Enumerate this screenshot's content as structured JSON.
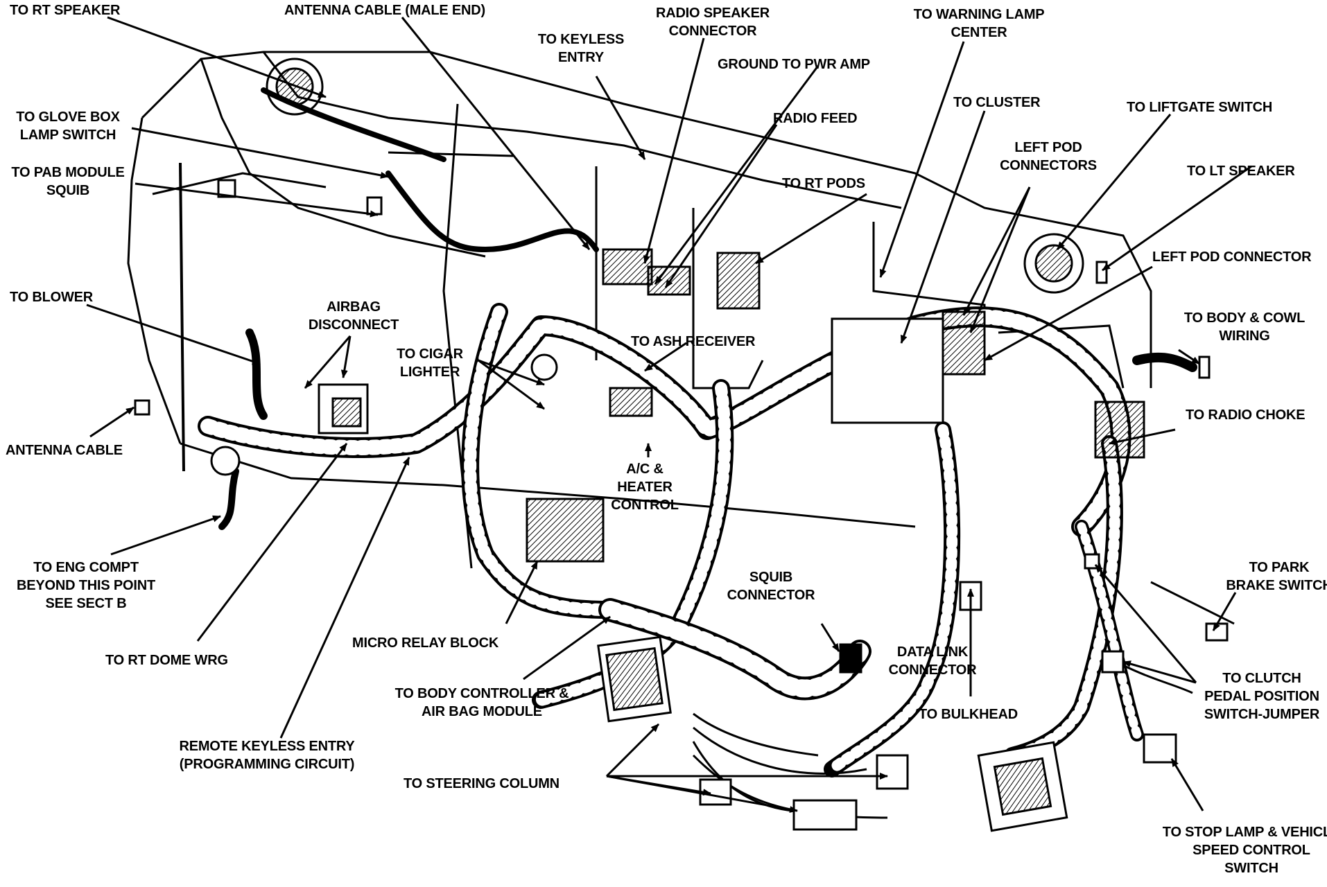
{
  "labels": {
    "to_rt_speaker": [
      "TO RT SPEAKER"
    ],
    "antenna_cable_male_end": [
      "ANTENNA CABLE (MALE END)"
    ],
    "radio_speaker_connector": [
      "RADIO SPEAKER",
      "CONNECTOR"
    ],
    "to_keyless_entry": [
      "TO KEYLESS",
      "ENTRY"
    ],
    "to_warning_lamp_center": [
      "TO WARNING LAMP",
      "CENTER"
    ],
    "ground_to_pwr_amp": [
      "GROUND TO PWR AMP"
    ],
    "to_glove_box_lamp_switch": [
      "TO GLOVE BOX",
      "LAMP SWITCH"
    ],
    "to_pab_module_squib": [
      "TO PAB MODULE",
      "SQUIB"
    ],
    "radio_feed": [
      "RADIO FEED"
    ],
    "to_cluster": [
      "TO CLUSTER"
    ],
    "to_liftgate_switch": [
      "TO LIFTGATE SWITCH"
    ],
    "left_pod_connectors": [
      "LEFT POD",
      "CONNECTORS"
    ],
    "to_lt_speaker": [
      "TO LT SPEAKER"
    ],
    "to_rt_pods": [
      "TO RT PODS"
    ],
    "left_pod_connector": [
      "LEFT POD CONNECTOR"
    ],
    "to_blower": [
      "TO BLOWER"
    ],
    "airbag_disconnect": [
      "AIRBAG",
      "DISCONNECT"
    ],
    "to_body_cowl_wiring": [
      "TO BODY & COWL",
      "WIRING"
    ],
    "to_ash_receiver": [
      "TO ASH RECEIVER"
    ],
    "to_cigar_lighter": [
      "TO CIGAR",
      "LIGHTER"
    ],
    "to_radio_choke": [
      "TO RADIO CHOKE"
    ],
    "antenna_cable": [
      "ANTENNA CABLE"
    ],
    "ac_heater_control": [
      "A/C &",
      "HEATER",
      "CONTROL"
    ],
    "to_eng_compt": [
      "TO ENG COMPT",
      "BEYOND THIS POINT",
      "SEE SECT B"
    ],
    "squib_connector": [
      "SQUIB",
      "CONNECTOR"
    ],
    "to_park_brake_switch": [
      "TO PARK",
      "BRAKE SWITCH"
    ],
    "micro_relay_block": [
      "MICRO RELAY BLOCK"
    ],
    "to_rt_dome_wrg": [
      "TO RT DOME WRG"
    ],
    "data_link_connector": [
      "DATA LINK",
      "CONNECTOR"
    ],
    "to_clutch_pedal": [
      "TO CLUTCH",
      "PEDAL POSITION",
      "SWITCH-JUMPER"
    ],
    "to_body_controller": [
      "TO BODY CONTROLLER &",
      "AIR BAG MODULE"
    ],
    "to_bulkhead": [
      "TO BULKHEAD"
    ],
    "remote_keyless_entry": [
      "REMOTE KEYLESS ENTRY",
      "(PROGRAMMING CIRCUIT)"
    ],
    "to_steering_column": [
      "TO STEERING COLUMN"
    ],
    "to_stop_lamp": [
      "TO STOP LAMP & VEHICLE",
      "SPEED CONTROL",
      "SWITCH"
    ]
  },
  "colors": {
    "ink": "#000000",
    "paper": "#ffffff"
  }
}
